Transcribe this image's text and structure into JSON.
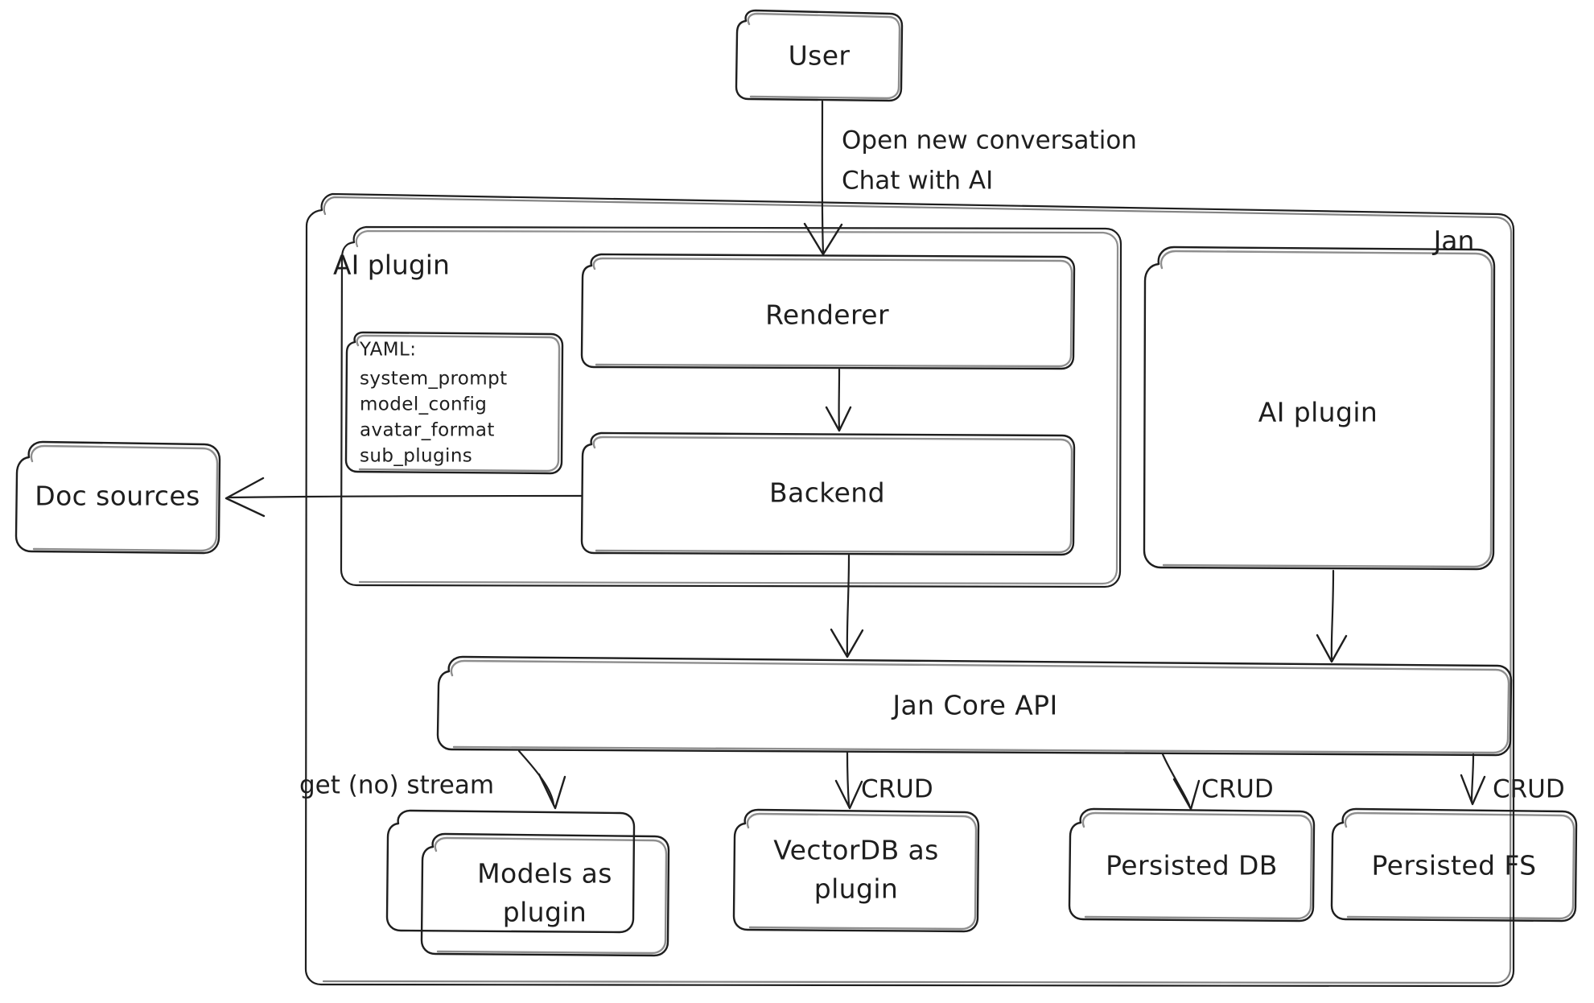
{
  "diagram": {
    "title": "Jan architecture diagram",
    "style": "hand-drawn",
    "stroke_color": "#1e1e1e",
    "background_color": "#ffffff"
  },
  "containers": {
    "jan": {
      "label": "Jan"
    },
    "ai_plugin_group": {
      "label": "AI plugin"
    }
  },
  "nodes": {
    "user": {
      "label": "User"
    },
    "renderer": {
      "label": "Renderer"
    },
    "backend": {
      "label": "Backend"
    },
    "ai_plugin": {
      "label": "AI plugin"
    },
    "doc_sources": {
      "label": "Doc sources"
    },
    "jan_core_api": {
      "label": "Jan Core API"
    },
    "models_plugin": {
      "label_line1": "Models as",
      "label_line2": "plugin"
    },
    "vectordb_plugin": {
      "label_line1": "VectorDB as",
      "label_line2": "plugin"
    },
    "persisted_db": {
      "label": "Persisted DB"
    },
    "persisted_fs": {
      "label": "Persisted FS"
    }
  },
  "yaml_note": {
    "heading": "YAML:",
    "keys": [
      "system_prompt",
      "model_config",
      "avatar_format",
      "sub_plugins"
    ]
  },
  "edge_labels": {
    "user_to_renderer_line1": "Open new conversation",
    "user_to_renderer_line2": "Chat with AI",
    "core_to_models": "get (no) stream",
    "core_to_vectordb": "CRUD",
    "core_to_persisted_db": "CRUD",
    "core_to_persisted_fs": "CRUD"
  }
}
